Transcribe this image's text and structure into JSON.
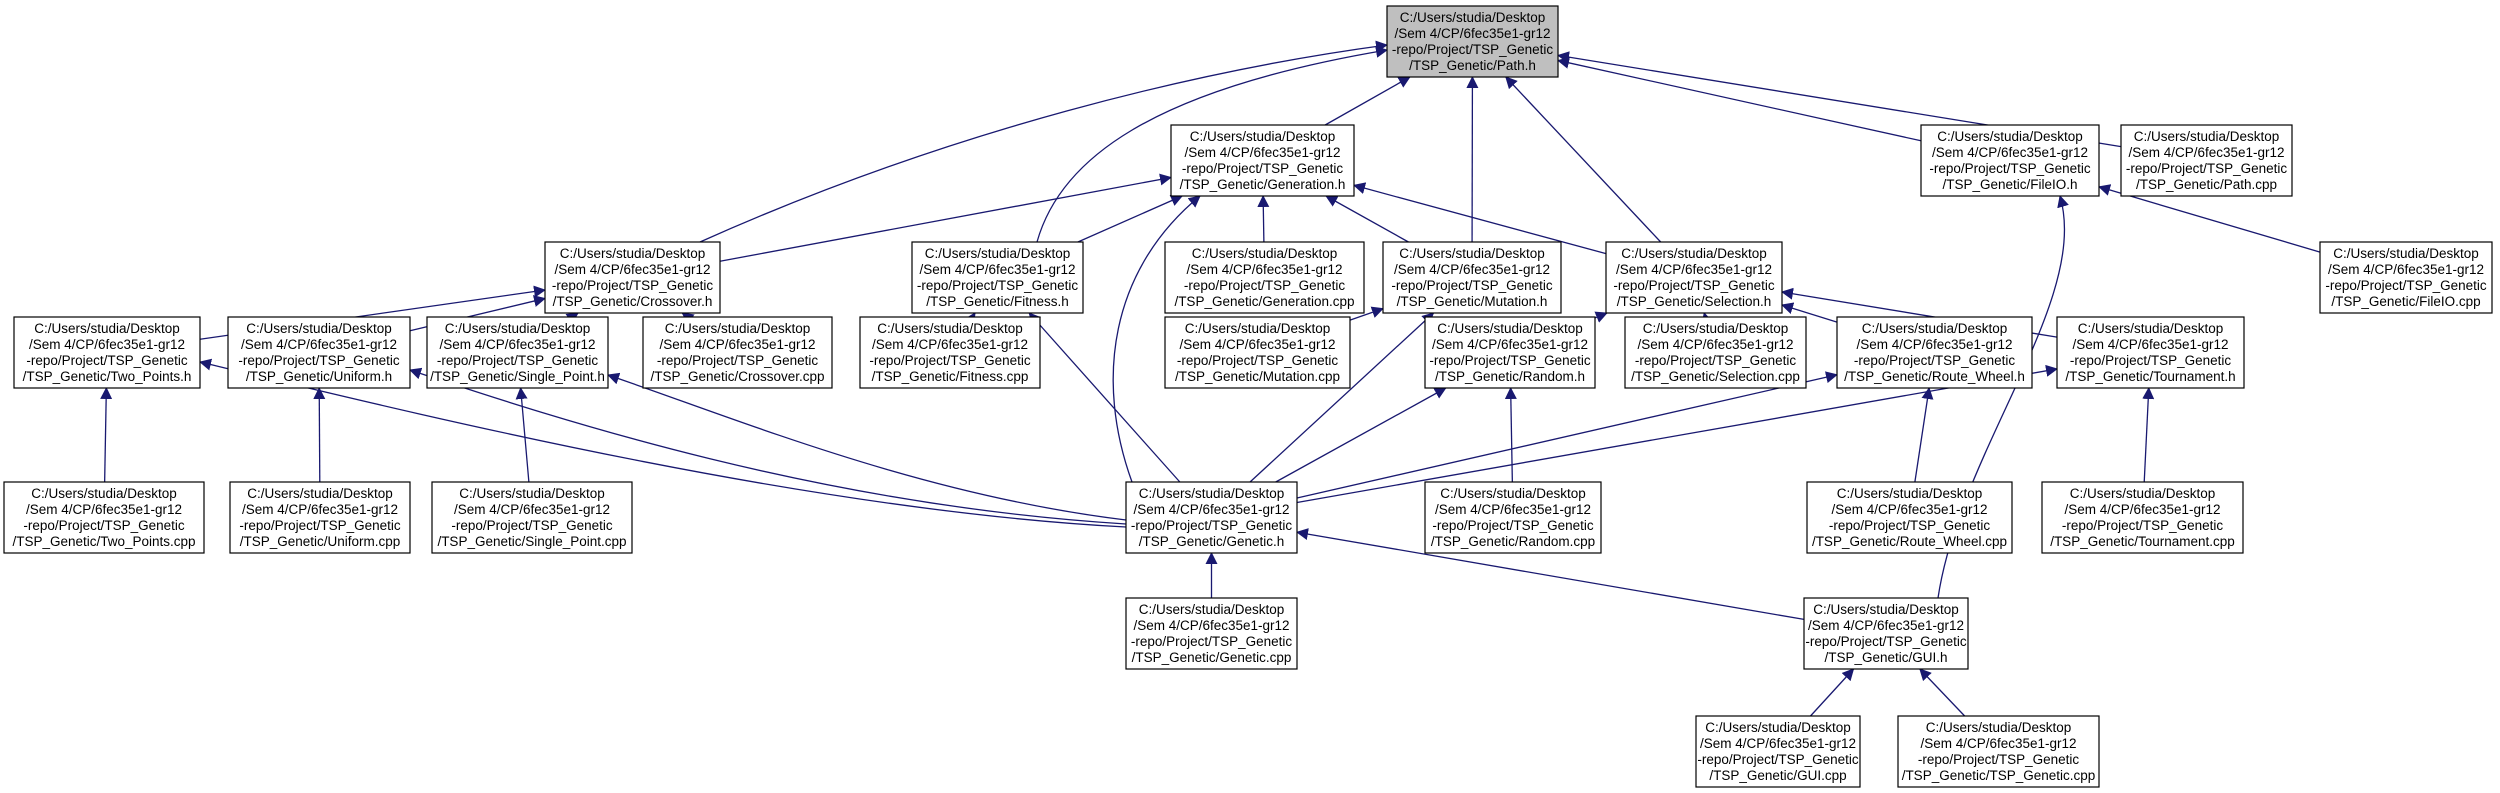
{
  "graph": {
    "nodes": [
      {
        "id": "path_h",
        "lines": [
          "C:/Users/studia/Desktop",
          "/Sem 4/CP/6fec35e1-gr12",
          "-repo/Project/TSP_Genetic",
          "/TSP_Genetic/Path.h"
        ],
        "highlight": true
      },
      {
        "id": "generation_h",
        "lines": [
          "C:/Users/studia/Desktop",
          "/Sem 4/CP/6fec35e1-gr12",
          "-repo/Project/TSP_Genetic",
          "/TSP_Genetic/Generation.h"
        ]
      },
      {
        "id": "fileio_h",
        "lines": [
          "C:/Users/studia/Desktop",
          "/Sem 4/CP/6fec35e1-gr12",
          "-repo/Project/TSP_Genetic",
          "/TSP_Genetic/FileIO.h"
        ]
      },
      {
        "id": "path_cpp",
        "lines": [
          "C:/Users/studia/Desktop",
          "/Sem 4/CP/6fec35e1-gr12",
          "-repo/Project/TSP_Genetic",
          "/TSP_Genetic/Path.cpp"
        ]
      },
      {
        "id": "crossover_h",
        "lines": [
          "C:/Users/studia/Desktop",
          "/Sem 4/CP/6fec35e1-gr12",
          "-repo/Project/TSP_Genetic",
          "/TSP_Genetic/Crossover.h"
        ]
      },
      {
        "id": "fitness_h",
        "lines": [
          "C:/Users/studia/Desktop",
          "/Sem 4/CP/6fec35e1-gr12",
          "-repo/Project/TSP_Genetic",
          "/TSP_Genetic/Fitness.h"
        ]
      },
      {
        "id": "generation_cpp",
        "lines": [
          "C:/Users/studia/Desktop",
          "/Sem 4/CP/6fec35e1-gr12",
          "-repo/Project/TSP_Genetic",
          "/TSP_Genetic/Generation.cpp"
        ]
      },
      {
        "id": "mutation_h",
        "lines": [
          "C:/Users/studia/Desktop",
          "/Sem 4/CP/6fec35e1-gr12",
          "-repo/Project/TSP_Genetic",
          "/TSP_Genetic/Mutation.h"
        ]
      },
      {
        "id": "selection_h",
        "lines": [
          "C:/Users/studia/Desktop",
          "/Sem 4/CP/6fec35e1-gr12",
          "-repo/Project/TSP_Genetic",
          "/TSP_Genetic/Selection.h"
        ]
      },
      {
        "id": "fileio_cpp",
        "lines": [
          "C:/Users/studia/Desktop",
          "/Sem 4/CP/6fec35e1-gr12",
          "-repo/Project/TSP_Genetic",
          "/TSP_Genetic/FileIO.cpp"
        ]
      },
      {
        "id": "two_points_h",
        "lines": [
          "C:/Users/studia/Desktop",
          "/Sem 4/CP/6fec35e1-gr12",
          "-repo/Project/TSP_Genetic",
          "/TSP_Genetic/Two_Points.h"
        ]
      },
      {
        "id": "uniform_h",
        "lines": [
          "C:/Users/studia/Desktop",
          "/Sem 4/CP/6fec35e1-gr12",
          "-repo/Project/TSP_Genetic",
          "/TSP_Genetic/Uniform.h"
        ]
      },
      {
        "id": "single_point_h",
        "lines": [
          "C:/Users/studia/Desktop",
          "/Sem 4/CP/6fec35e1-gr12",
          "-repo/Project/TSP_Genetic",
          "/TSP_Genetic/Single_Point.h"
        ]
      },
      {
        "id": "crossover_cpp",
        "lines": [
          "C:/Users/studia/Desktop",
          "/Sem 4/CP/6fec35e1-gr12",
          "-repo/Project/TSP_Genetic",
          "/TSP_Genetic/Crossover.cpp"
        ]
      },
      {
        "id": "fitness_cpp",
        "lines": [
          "C:/Users/studia/Desktop",
          "/Sem 4/CP/6fec35e1-gr12",
          "-repo/Project/TSP_Genetic",
          "/TSP_Genetic/Fitness.cpp"
        ]
      },
      {
        "id": "mutation_cpp",
        "lines": [
          "C:/Users/studia/Desktop",
          "/Sem 4/CP/6fec35e1-gr12",
          "-repo/Project/TSP_Genetic",
          "/TSP_Genetic/Mutation.cpp"
        ]
      },
      {
        "id": "random_h",
        "lines": [
          "C:/Users/studia/Desktop",
          "/Sem 4/CP/6fec35e1-gr12",
          "-repo/Project/TSP_Genetic",
          "/TSP_Genetic/Random.h"
        ]
      },
      {
        "id": "selection_cpp",
        "lines": [
          "C:/Users/studia/Desktop",
          "/Sem 4/CP/6fec35e1-gr12",
          "-repo/Project/TSP_Genetic",
          "/TSP_Genetic/Selection.cpp"
        ]
      },
      {
        "id": "route_wheel_h",
        "lines": [
          "C:/Users/studia/Desktop",
          "/Sem 4/CP/6fec35e1-gr12",
          "-repo/Project/TSP_Genetic",
          "/TSP_Genetic/Route_Wheel.h"
        ]
      },
      {
        "id": "tournament_h",
        "lines": [
          "C:/Users/studia/Desktop",
          "/Sem 4/CP/6fec35e1-gr12",
          "-repo/Project/TSP_Genetic",
          "/TSP_Genetic/Tournament.h"
        ]
      },
      {
        "id": "two_points_cpp",
        "lines": [
          "C:/Users/studia/Desktop",
          "/Sem 4/CP/6fec35e1-gr12",
          "-repo/Project/TSP_Genetic",
          "/TSP_Genetic/Two_Points.cpp"
        ]
      },
      {
        "id": "uniform_cpp",
        "lines": [
          "C:/Users/studia/Desktop",
          "/Sem 4/CP/6fec35e1-gr12",
          "-repo/Project/TSP_Genetic",
          "/TSP_Genetic/Uniform.cpp"
        ]
      },
      {
        "id": "single_point_cpp",
        "lines": [
          "C:/Users/studia/Desktop",
          "/Sem 4/CP/6fec35e1-gr12",
          "-repo/Project/TSP_Genetic",
          "/TSP_Genetic/Single_Point.cpp"
        ]
      },
      {
        "id": "genetic_h",
        "lines": [
          "C:/Users/studia/Desktop",
          "/Sem 4/CP/6fec35e1-gr12",
          "-repo/Project/TSP_Genetic",
          "/TSP_Genetic/Genetic.h"
        ]
      },
      {
        "id": "random_cpp",
        "lines": [
          "C:/Users/studia/Desktop",
          "/Sem 4/CP/6fec35e1-gr12",
          "-repo/Project/TSP_Genetic",
          "/TSP_Genetic/Random.cpp"
        ]
      },
      {
        "id": "route_wheel_cpp",
        "lines": [
          "C:/Users/studia/Desktop",
          "/Sem 4/CP/6fec35e1-gr12",
          "-repo/Project/TSP_Genetic",
          "/TSP_Genetic/Route_Wheel.cpp"
        ]
      },
      {
        "id": "tournament_cpp",
        "lines": [
          "C:/Users/studia/Desktop",
          "/Sem 4/CP/6fec35e1-gr12",
          "-repo/Project/TSP_Genetic",
          "/TSP_Genetic/Tournament.cpp"
        ]
      },
      {
        "id": "genetic_cpp",
        "lines": [
          "C:/Users/studia/Desktop",
          "/Sem 4/CP/6fec35e1-gr12",
          "-repo/Project/TSP_Genetic",
          "/TSP_Genetic/Genetic.cpp"
        ]
      },
      {
        "id": "gui_h",
        "lines": [
          "C:/Users/studia/Desktop",
          "/Sem 4/CP/6fec35e1-gr12",
          "-repo/Project/TSP_Genetic",
          "/TSP_Genetic/GUI.h"
        ]
      },
      {
        "id": "gui_cpp",
        "lines": [
          "C:/Users/studia/Desktop",
          "/Sem 4/CP/6fec35e1-gr12",
          "-repo/Project/TSP_Genetic",
          "/TSP_Genetic/GUI.cpp"
        ]
      },
      {
        "id": "tsp_genetic_cpp",
        "lines": [
          "C:/Users/studia/Desktop",
          "/Sem 4/CP/6fec35e1-gr12",
          "-repo/Project/TSP_Genetic",
          "/TSP_Genetic/TSP_Genetic.cpp"
        ]
      }
    ],
    "edges": [
      {
        "from": "generation_h",
        "to": "path_h"
      },
      {
        "from": "fileio_h",
        "to": "path_h"
      },
      {
        "from": "path_cpp",
        "to": "path_h"
      },
      {
        "from": "crossover_h",
        "to": "path_h"
      },
      {
        "from": "fitness_h",
        "to": "path_h"
      },
      {
        "from": "mutation_h",
        "to": "path_h"
      },
      {
        "from": "selection_h",
        "to": "path_h"
      },
      {
        "from": "crossover_h",
        "to": "generation_h"
      },
      {
        "from": "fitness_h",
        "to": "generation_h"
      },
      {
        "from": "generation_cpp",
        "to": "generation_h"
      },
      {
        "from": "mutation_h",
        "to": "generation_h"
      },
      {
        "from": "selection_h",
        "to": "generation_h"
      },
      {
        "from": "genetic_h",
        "to": "generation_h"
      },
      {
        "from": "fileio_cpp",
        "to": "fileio_h"
      },
      {
        "from": "gui_h",
        "to": "fileio_h"
      },
      {
        "from": "two_points_h",
        "to": "crossover_h"
      },
      {
        "from": "uniform_h",
        "to": "crossover_h"
      },
      {
        "from": "single_point_h",
        "to": "crossover_h"
      },
      {
        "from": "crossover_cpp",
        "to": "crossover_h"
      },
      {
        "from": "fitness_cpp",
        "to": "fitness_h"
      },
      {
        "from": "genetic_h",
        "to": "fitness_h"
      },
      {
        "from": "mutation_cpp",
        "to": "mutation_h"
      },
      {
        "from": "genetic_h",
        "to": "mutation_h"
      },
      {
        "from": "random_h",
        "to": "selection_h"
      },
      {
        "from": "selection_cpp",
        "to": "selection_h"
      },
      {
        "from": "route_wheel_h",
        "to": "selection_h"
      },
      {
        "from": "tournament_h",
        "to": "selection_h"
      },
      {
        "from": "two_points_cpp",
        "to": "two_points_h"
      },
      {
        "from": "uniform_cpp",
        "to": "uniform_h"
      },
      {
        "from": "single_point_cpp",
        "to": "single_point_h"
      },
      {
        "from": "genetic_h",
        "to": "two_points_h"
      },
      {
        "from": "genetic_h",
        "to": "uniform_h"
      },
      {
        "from": "genetic_h",
        "to": "single_point_h"
      },
      {
        "from": "genetic_h",
        "to": "random_h"
      },
      {
        "from": "genetic_h",
        "to": "route_wheel_h"
      },
      {
        "from": "genetic_h",
        "to": "tournament_h"
      },
      {
        "from": "random_cpp",
        "to": "random_h"
      },
      {
        "from": "route_wheel_cpp",
        "to": "route_wheel_h"
      },
      {
        "from": "tournament_cpp",
        "to": "tournament_h"
      },
      {
        "from": "genetic_cpp",
        "to": "genetic_h"
      },
      {
        "from": "gui_h",
        "to": "genetic_h"
      },
      {
        "from": "gui_cpp",
        "to": "gui_h"
      },
      {
        "from": "tsp_genetic_cpp",
        "to": "gui_h"
      }
    ]
  },
  "colors": {
    "edge": "#191970",
    "node_border": "#000000",
    "root_fill": "#bfbfbf",
    "node_fill": "#ffffff"
  }
}
